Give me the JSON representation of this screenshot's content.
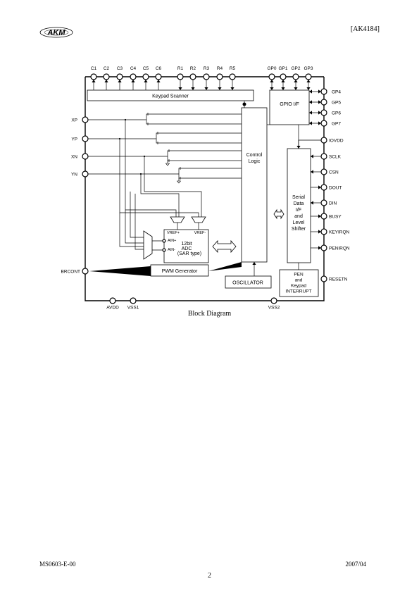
{
  "header": {
    "logo_text": "AKM",
    "doc_id": "[AK4184]"
  },
  "diagram": {
    "caption": "Block Diagram",
    "keypad_columns": [
      "C1",
      "C2",
      "C3",
      "C4",
      "C5",
      "C6"
    ],
    "keypad_rows": [
      "R1",
      "R2",
      "R3",
      "R4",
      "R5"
    ],
    "gpio_top": [
      "GP0",
      "GP1",
      "GP2",
      "GP3"
    ],
    "gpio_right": [
      "GP4",
      "GP5",
      "GP6",
      "GP7"
    ],
    "left_pins": [
      "XP",
      "YP",
      "XN",
      "YN"
    ],
    "right_pins": [
      "IOVDD",
      "SCLK",
      "CSN",
      "DOUT",
      "DIN",
      "BUSY",
      "KEYIRQN",
      "PENIRQN",
      "RESETN"
    ],
    "brcont": "BRCONT",
    "bottom_pins": [
      "AVDD",
      "VSS1",
      "VSS2"
    ],
    "blocks": {
      "keypad_scanner": "Keypad Scanner",
      "gpio_if": "GPIO I/F",
      "control_logic": [
        "Control",
        "Logic"
      ],
      "serial": [
        "Serial",
        "Data",
        "I/F",
        "and",
        "Level",
        "Shifter"
      ],
      "adc": [
        "12bit",
        "ADC",
        "(SAR type)"
      ],
      "vref_plus": "VREF+",
      "vref_minus": "VREF-",
      "ain_plus": "AIN+",
      "ain_minus": "AIN-",
      "pwm": "PWM  Generator",
      "oscillator": "OSCILLATOR",
      "pen_interrupt": [
        "PEN",
        "and",
        "Keypad",
        "INTERRUPT"
      ]
    }
  },
  "footer": {
    "doc_code": "MS0603-E-00",
    "date": "2007/04",
    "page": "2"
  }
}
